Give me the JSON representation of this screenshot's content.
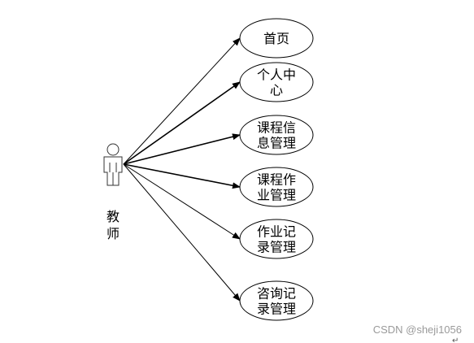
{
  "actor": {
    "name_lines": [
      "教",
      "师"
    ]
  },
  "use_cases": [
    {
      "lines": [
        "首页"
      ]
    },
    {
      "lines": [
        "个人中",
        "心"
      ]
    },
    {
      "lines": [
        "课程信",
        "息管理"
      ]
    },
    {
      "lines": [
        "课程作",
        "业管理"
      ]
    },
    {
      "lines": [
        "作业记",
        "录管理"
      ]
    },
    {
      "lines": [
        "咨询记",
        "录管理"
      ]
    }
  ],
  "watermark": "CSDN @sheji1056",
  "paragraph_mark": "↵"
}
